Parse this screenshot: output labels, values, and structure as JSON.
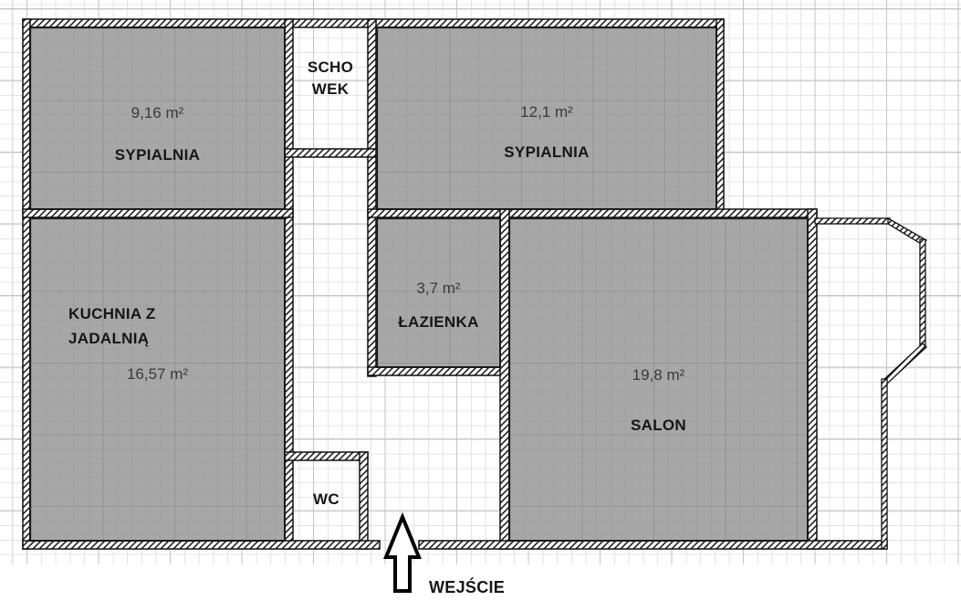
{
  "plan": {
    "units": "m²",
    "rooms": [
      {
        "id": "bedroom-1",
        "name": "SYPIALNIA",
        "area": "9,16 m²"
      },
      {
        "id": "bedroom-2",
        "name": "SYPIALNIA",
        "area": "12,1 m²"
      },
      {
        "id": "storage",
        "name": "SCHOWEK",
        "name_lines": [
          "SCHO",
          "WEK"
        ]
      },
      {
        "id": "kitchen",
        "name": "KUCHNIA Z JADALNIĄ",
        "name_lines": [
          "KUCHNIA Z",
          "JADALNIĄ"
        ],
        "area": "16,57 m²"
      },
      {
        "id": "bathroom",
        "name": "ŁAZIENKA",
        "area": "3,7 m²"
      },
      {
        "id": "living-room",
        "name": "SALON",
        "area": "19,8 m²"
      },
      {
        "id": "wc",
        "name": "WC"
      }
    ],
    "entrance": {
      "label": "WEJŚCIE"
    },
    "colors": {
      "room_fill": "#a7a7a7",
      "wall_outline": "#111111",
      "wall_hatch": "#111111",
      "grid_minor": "#e4e4e4",
      "grid_major": "#c6c6c6",
      "name_text": "#161616",
      "area_text": "#3a3a3a"
    }
  }
}
